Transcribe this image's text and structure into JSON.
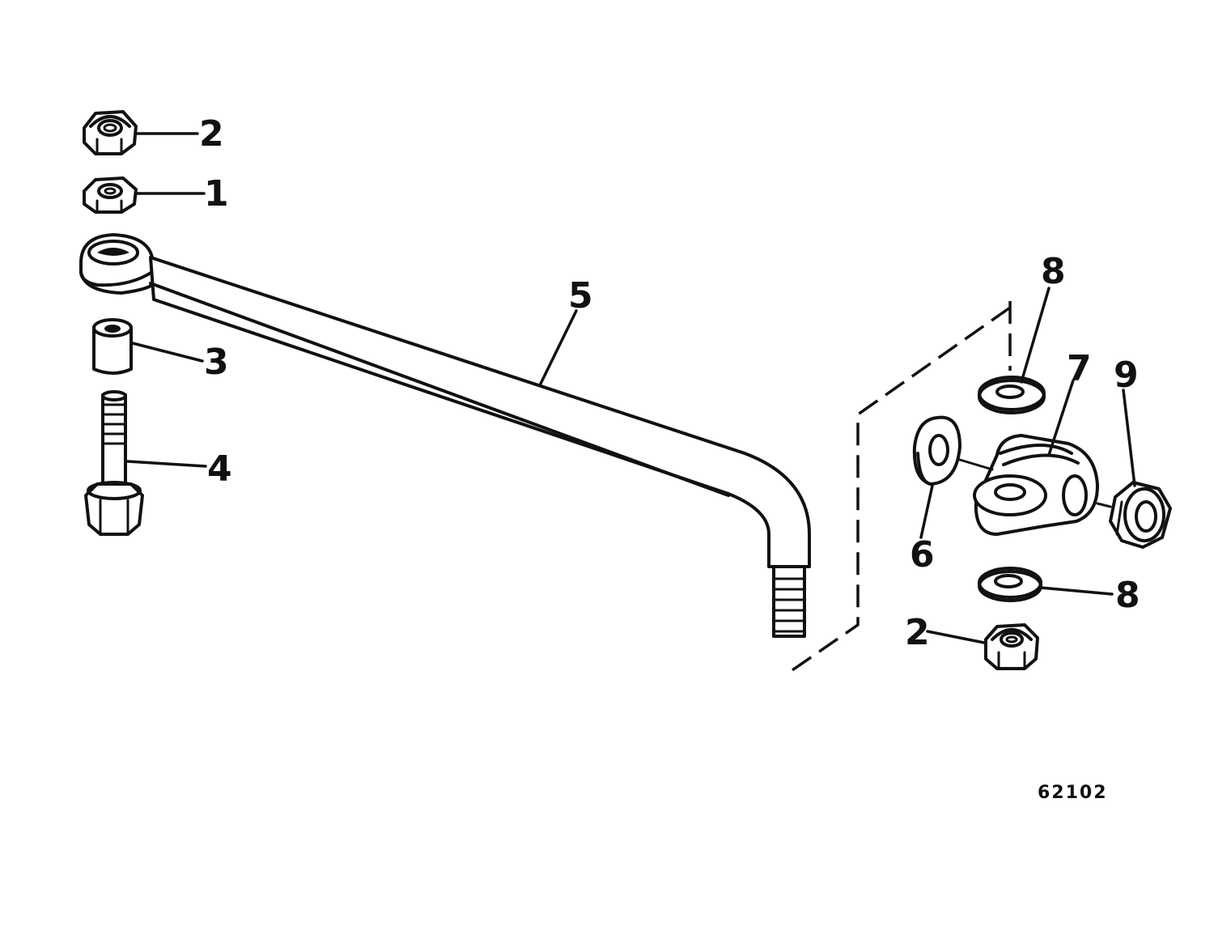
{
  "callouts": [
    {
      "id": "nut-top-left",
      "label": "2"
    },
    {
      "id": "hex-nut",
      "label": "1"
    },
    {
      "id": "spacer",
      "label": "3"
    },
    {
      "id": "bolt",
      "label": "4"
    },
    {
      "id": "link-rod",
      "label": "5"
    },
    {
      "id": "washer-side",
      "label": "6"
    },
    {
      "id": "connector",
      "label": "7"
    },
    {
      "id": "washer-top",
      "label": "8"
    },
    {
      "id": "lock-nut",
      "label": "9"
    },
    {
      "id": "washer-bottom",
      "label": "8"
    },
    {
      "id": "nut-bottom",
      "label": "2"
    }
  ],
  "figure_number": "62102"
}
